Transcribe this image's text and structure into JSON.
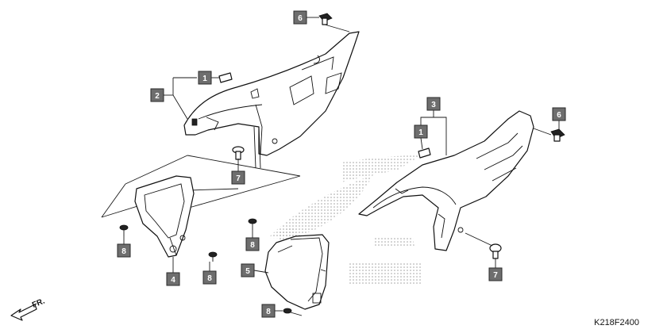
{
  "diagram_code": "K218F2400",
  "direction_label": "FR.",
  "callouts": [
    {
      "id": "c6a",
      "label": "6"
    },
    {
      "id": "c1a",
      "label": "1"
    },
    {
      "id": "c2",
      "label": "2"
    },
    {
      "id": "c7a",
      "label": "7"
    },
    {
      "id": "c8a",
      "label": "8"
    },
    {
      "id": "c4",
      "label": "4"
    },
    {
      "id": "c8b",
      "label": "8"
    },
    {
      "id": "c8c",
      "label": "8"
    },
    {
      "id": "c5",
      "label": "5"
    },
    {
      "id": "c8d",
      "label": "8"
    },
    {
      "id": "c3",
      "label": "3"
    },
    {
      "id": "c1b",
      "label": "1"
    },
    {
      "id": "c6b",
      "label": "6"
    },
    {
      "id": "c7b",
      "label": "7"
    }
  ]
}
